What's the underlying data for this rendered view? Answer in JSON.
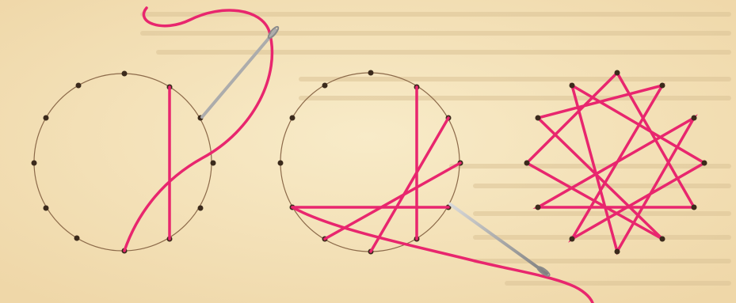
{
  "palette": {
    "paper": "#f6e6bf",
    "paper_shadow": "#ecd3a1",
    "thread": "#e8266e",
    "hole": "#3b2a1c",
    "circle_line": "#8c6a4a",
    "needle": "#9a9a9a",
    "ghost_text": "#d9c39b"
  },
  "figure": {
    "panels": [
      {
        "name": "step-one-circle",
        "holes": 12,
        "stitches": 1
      },
      {
        "name": "step-two-circle",
        "holes": 12,
        "stitches": 4
      },
      {
        "name": "finished-star",
        "holes": 12,
        "stitches": 12
      }
    ],
    "icons": [
      "needle-icon",
      "needle-icon"
    ]
  }
}
